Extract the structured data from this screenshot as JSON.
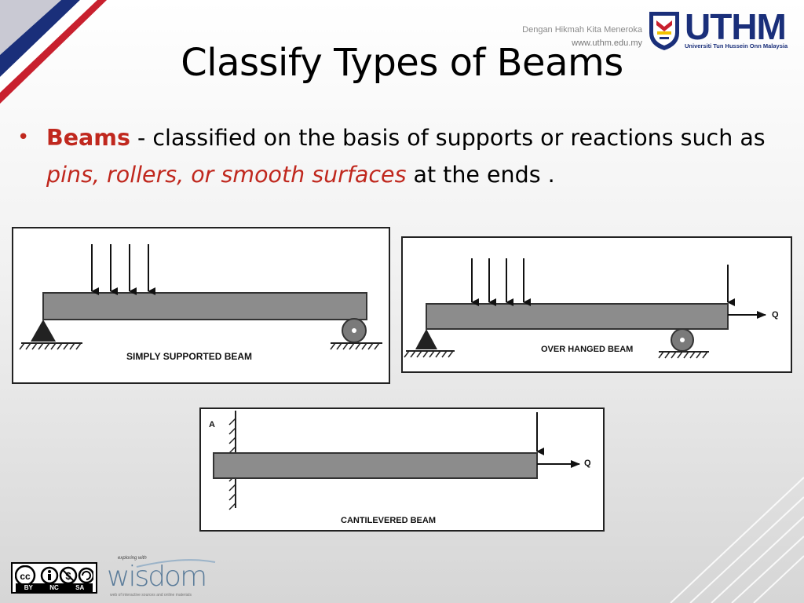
{
  "header": {
    "tagline": "Dengan Hikmah Kita Meneroka",
    "url": "www.uthm.edu.my",
    "logo_word": "UTHM",
    "logo_subtitle": "Universiti Tun Hussein Onn Malaysia"
  },
  "slide": {
    "title": "Classify Types of Beams",
    "bullet": {
      "term": "Beams",
      "text_1": " - classified on the basis of supports or reactions such as ",
      "emphasis": "pins, rollers, or smooth surfaces",
      "text_2": " at the ends ."
    }
  },
  "diagrams": {
    "simply_supported": {
      "label": "SIMPLY SUPPORTED BEAM"
    },
    "overhanged": {
      "label": "OVER HANGED BEAM",
      "force_label": "Q"
    },
    "cantilevered": {
      "label": "CANTILEVERED BEAM",
      "force_label": "Q",
      "wall_label": "A"
    }
  },
  "footer": {
    "cc_labels": [
      "BY",
      "NC",
      "SA"
    ],
    "wisdom_small": "exploring with",
    "wisdom_word": "wisdom",
    "wisdom_tagline": "web of interactive sources and online materials"
  },
  "colors": {
    "accent_red": "#c0281e",
    "uthm_blue": "#1a2f7a",
    "beam_gray": "#8c8c8c"
  }
}
